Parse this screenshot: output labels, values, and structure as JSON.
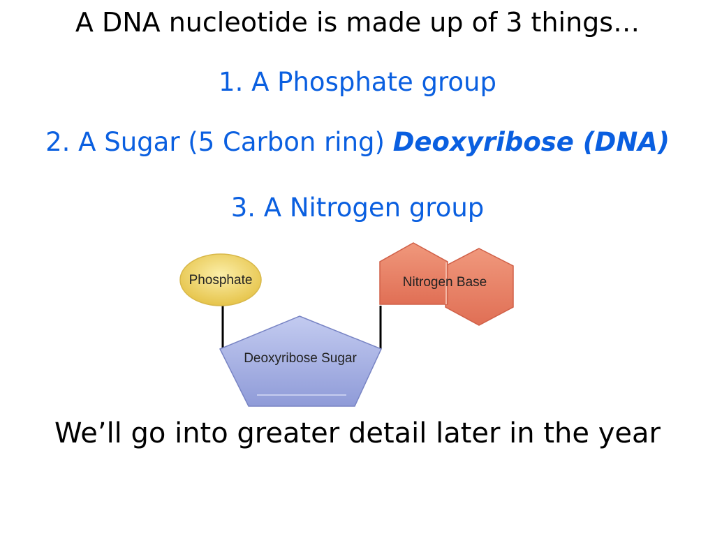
{
  "slide": {
    "title": "A DNA nucleotide is made up of 3 things…",
    "items": [
      {
        "text": "1. A Phosphate group"
      },
      {
        "text": "2. A Sugar (5 Carbon ring) ",
        "emphasis": "Deoxyribose (DNA)"
      },
      {
        "text": "3. A Nitrogen group"
      }
    ],
    "footer": "We’ll go into greater detail later in the year"
  },
  "diagram": {
    "phosphate_label": "Phosphate",
    "sugar_label": "Deoxyribose Sugar",
    "base_label": "Nitrogen Base"
  },
  "colors": {
    "text": "#000000",
    "accent": "#0a5fe0",
    "phosphate": "#f0d466",
    "sugar": "#aab4e6",
    "base": "#e8826a"
  }
}
